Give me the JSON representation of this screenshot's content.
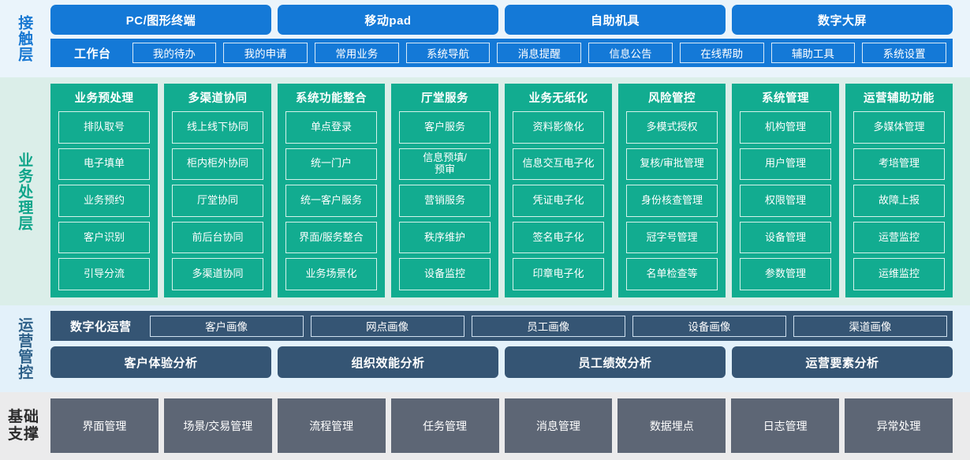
{
  "layers": {
    "contact": {
      "label": "接触层",
      "label_color": "#1878d2",
      "background": "#eaf4fb",
      "card_color": "#1479d7",
      "channels": [
        {
          "label": "PC/图形终端"
        },
        {
          "label": "移动pad"
        },
        {
          "label": "自助机具"
        },
        {
          "label": "数字大屏"
        }
      ],
      "workbench_title": "工作台",
      "workbench_items": [
        {
          "label": "我的待办"
        },
        {
          "label": "我的申请"
        },
        {
          "label": "常用业务"
        },
        {
          "label": "系统导航"
        },
        {
          "label": "消息提醒"
        },
        {
          "label": "信息公告"
        },
        {
          "label": "在线帮助"
        },
        {
          "label": "辅助工具"
        },
        {
          "label": "系统设置"
        }
      ]
    },
    "business": {
      "label": "业务处理层",
      "label_color": "#0fa58a",
      "background": "#dbeee9",
      "card_color": "#12ac90",
      "columns": [
        {
          "title": "业务预处理",
          "items": [
            "排队取号",
            "电子填单",
            "业务预约",
            "客户识别",
            "引导分流"
          ]
        },
        {
          "title": "多渠道协同",
          "items": [
            "线上线下协同",
            "柜内柜外协同",
            "厅堂协同",
            "前后台协同",
            "多渠道协同"
          ]
        },
        {
          "title": "系统功能整合",
          "items": [
            "单点登录",
            "统一门户",
            "统一客户服务",
            "界面/服务整合",
            "业务场景化"
          ]
        },
        {
          "title": "厅堂服务",
          "items": [
            "客户服务",
            "信息预填/\n预审",
            "营销服务",
            "秩序维护",
            "设备监控"
          ]
        },
        {
          "title": "业务无纸化",
          "items": [
            "资料影像化",
            "信息交互电子化",
            "凭证电子化",
            "签名电子化",
            "印章电子化"
          ]
        },
        {
          "title": "风险管控",
          "items": [
            "多模式授权",
            "复核/审批管理",
            "身份核查管理",
            "冠字号管理",
            "名单检查等"
          ]
        },
        {
          "title": "系统管理",
          "items": [
            "机构管理",
            "用户管理",
            "权限管理",
            "设备管理",
            "参数管理"
          ]
        },
        {
          "title": "运营辅助功能",
          "items": [
            "多媒体管理",
            "考培管理",
            "故障上报",
            "运营监控",
            "运维监控"
          ]
        }
      ]
    },
    "operations": {
      "label": "运营管控",
      "label_color": "#2d6089",
      "background": "#e3f1fa",
      "card_color": "#355574",
      "digital_title": "数字化运营",
      "portraits": [
        {
          "label": "客户画像"
        },
        {
          "label": "网点画像"
        },
        {
          "label": "员工画像"
        },
        {
          "label": "设备画像"
        },
        {
          "label": "渠道画像"
        }
      ],
      "analyses": [
        {
          "label": "客户体验分析"
        },
        {
          "label": "组织效能分析"
        },
        {
          "label": "员工绩效分析"
        },
        {
          "label": "运营要素分析"
        }
      ]
    },
    "foundation": {
      "label": "基础支撑",
      "label_line1": "基础",
      "label_line2": "支撑",
      "label_color": "#2b2b2b",
      "background": "#ebebec",
      "card_color": "#5d6675",
      "items": [
        {
          "label": "界面管理"
        },
        {
          "label": "场景/交易管理"
        },
        {
          "label": "流程管理"
        },
        {
          "label": "任务管理"
        },
        {
          "label": "消息管理"
        },
        {
          "label": "数据埋点"
        },
        {
          "label": "日志管理"
        },
        {
          "label": "异常处理"
        }
      ]
    }
  }
}
